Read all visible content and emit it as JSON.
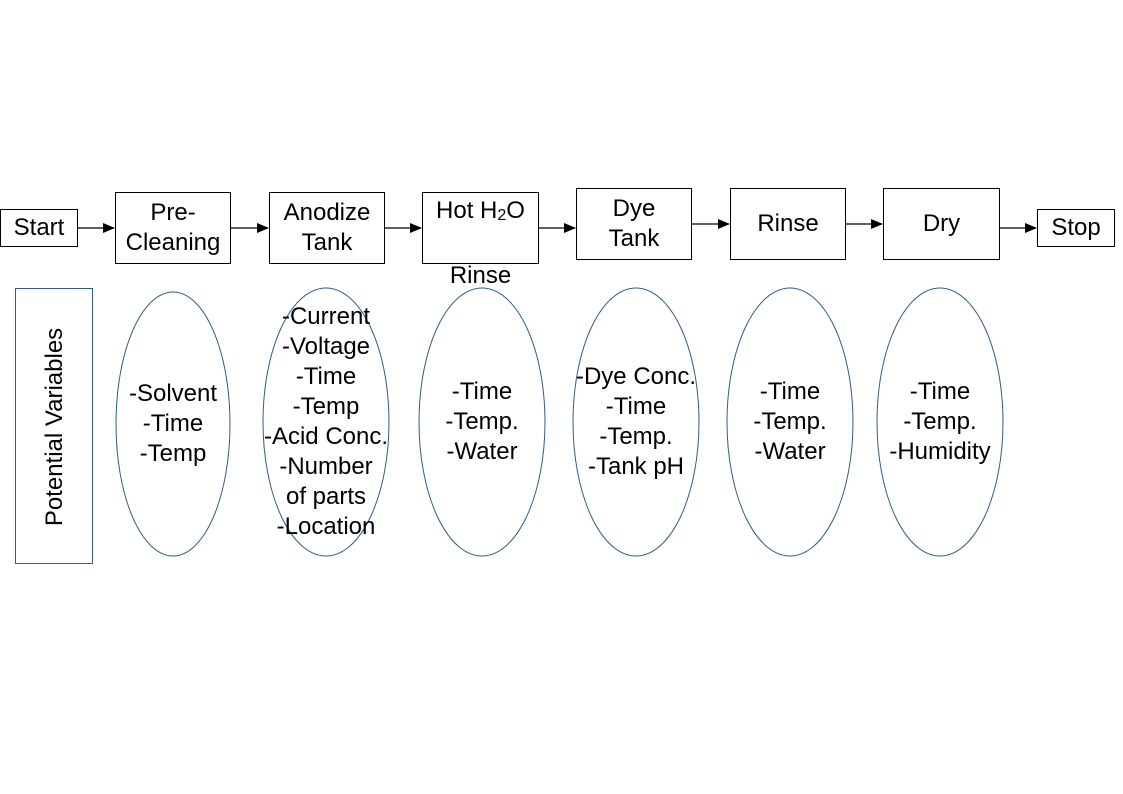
{
  "steps": [
    {
      "id": "start",
      "label": "Start"
    },
    {
      "id": "pre-cleaning",
      "label": "Pre-\nCleaning"
    },
    {
      "id": "anodize-tank",
      "label": "Anodize\nTank"
    },
    {
      "id": "hot-water-rinse",
      "label_line1_a": "Hot H",
      "label_line1_sub": "2",
      "label_line1_b": "O",
      "label_line2": "Rinse"
    },
    {
      "id": "dye-tank",
      "label": "Dye\nTank"
    },
    {
      "id": "rinse",
      "label": "Rinse"
    },
    {
      "id": "dry",
      "label": "Dry"
    },
    {
      "id": "stop",
      "label": "Stop"
    }
  ],
  "potential_variables_label": "Potential Variables",
  "variables": [
    {
      "step": "pre-cleaning",
      "text": "-Solvent\n-Time\n-Temp"
    },
    {
      "step": "anodize-tank",
      "text": "-Current\n-Voltage\n-Time\n-Temp\n-Acid Conc.\n-Number\nof parts\n-Location"
    },
    {
      "step": "hot-water-rinse",
      "text": "-Time\n-Temp.\n-Water"
    },
    {
      "step": "dye-tank",
      "text": "-Dye Conc.\n-Time\n-Temp.\n-Tank pH"
    },
    {
      "step": "rinse",
      "text": "-Time\n-Temp.\n-Water"
    },
    {
      "step": "dry",
      "text": "-Time\n-Temp.\n-Humidity"
    }
  ],
  "colors": {
    "box_border": "#000000",
    "oval_border": "#2f5d8a",
    "arrow": "#000000"
  }
}
